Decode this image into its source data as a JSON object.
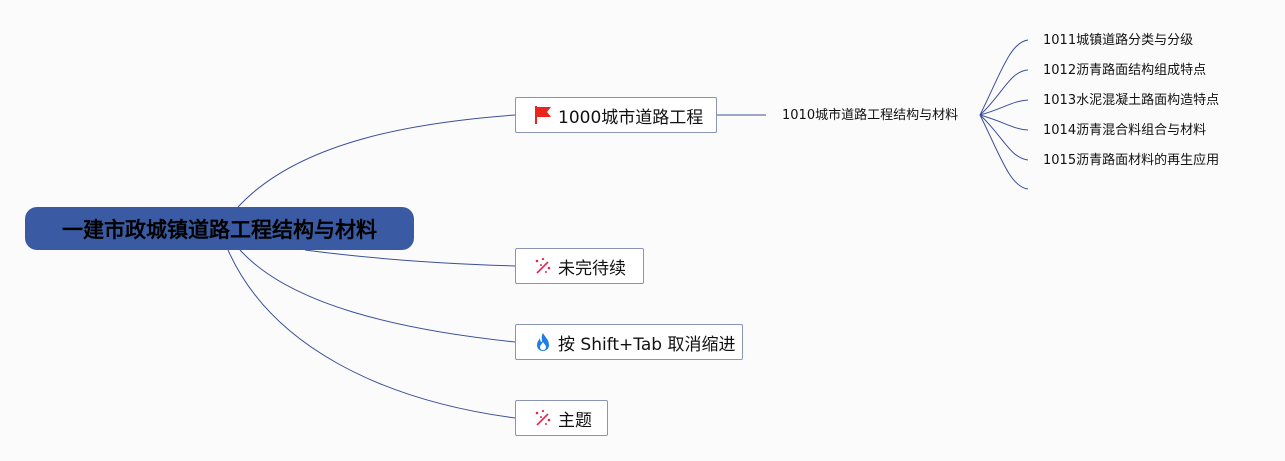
{
  "root": {
    "label": "一建市政城镇道路工程结构与材料"
  },
  "branches": [
    {
      "label": "1000城市道路工程",
      "icon": "red-flag-icon"
    },
    {
      "label": "未完待续",
      "icon": "sparkle-icon"
    },
    {
      "label": "按 Shift+Tab 取消缩进",
      "icon": "fire-icon"
    },
    {
      "label": "主题",
      "icon": "sparkle-icon"
    }
  ],
  "sub_topic": {
    "label": "1010城市道路工程结构与材料"
  },
  "leaves": [
    {
      "label": "1011城镇道路分类与分级"
    },
    {
      "label": "1012沥青路面结构组成特点"
    },
    {
      "label": "1013水泥混凝土路面构造特点"
    },
    {
      "label": "1014沥青混合料组合与材料"
    },
    {
      "label": "1015沥青路面材料的再生应用"
    },
    {
      "label": ""
    }
  ],
  "colors": {
    "connector": "#3b4f99",
    "root_fill": "#3a5ba3",
    "node_border": "#8a94b6",
    "flag": "#e8261d",
    "sparkle": "#e02a55",
    "fire": "#1f7fe6"
  }
}
